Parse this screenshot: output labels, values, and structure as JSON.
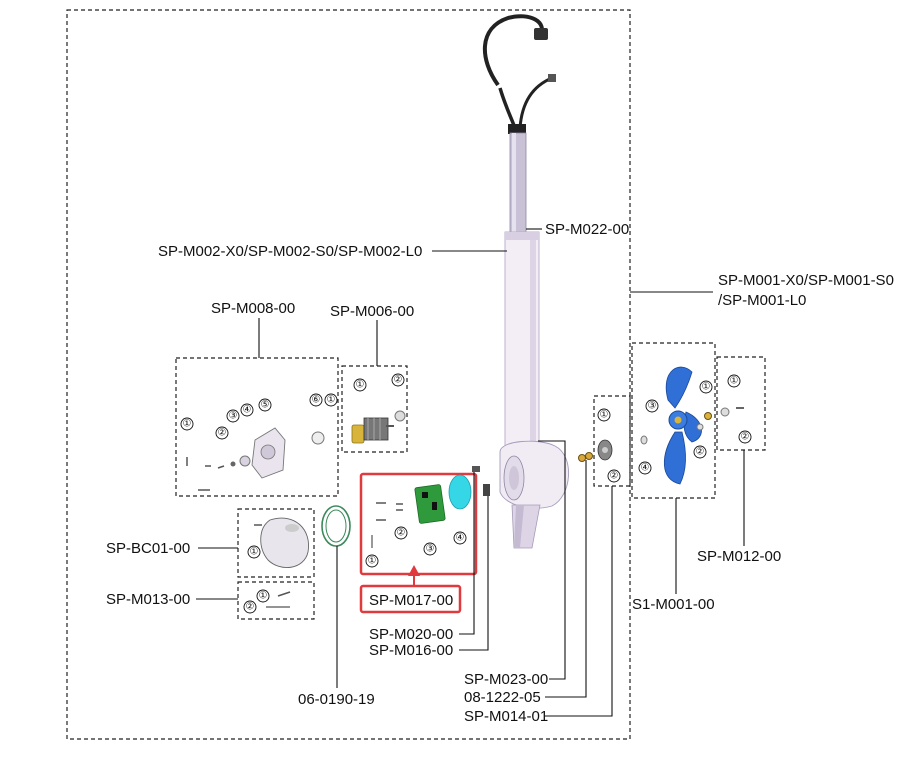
{
  "labels": {
    "m022": "SP-M022-00",
    "m002": "SP-M002-X0/SP-M002-S0/SP-M002-L0",
    "m001_line1": "SP-M001-X0/SP-M001-S0",
    "m001_line2": "/SP-M001-L0",
    "m008": "SP-M008-00",
    "m006": "SP-M006-00",
    "bc01": "SP-BC01-00",
    "m013": "SP-M013-00",
    "m017": "SP-M017-00",
    "m020": "SP-M020-00",
    "m016": "SP-M016-00",
    "o0190": "06-0190-19",
    "m023": "SP-M023-00",
    "o1222": "08-1222-05",
    "m014": "SP-M014-01",
    "s1m001": "S1-M001-00",
    "m012": "SP-M012-00"
  },
  "markers": {
    "n1": "①",
    "n2": "②",
    "n3": "③",
    "n4": "④",
    "n5": "⑤",
    "n6": "⑥"
  },
  "colors": {
    "highlight": "#e0393e",
    "tube": "#f3eef6",
    "tube_dark": "#c8bfd4",
    "propeller": "#2f6fd6",
    "pcb": "#2e9a3c",
    "cyan_part": "#35d6e6",
    "brass": "#d9b43a"
  }
}
